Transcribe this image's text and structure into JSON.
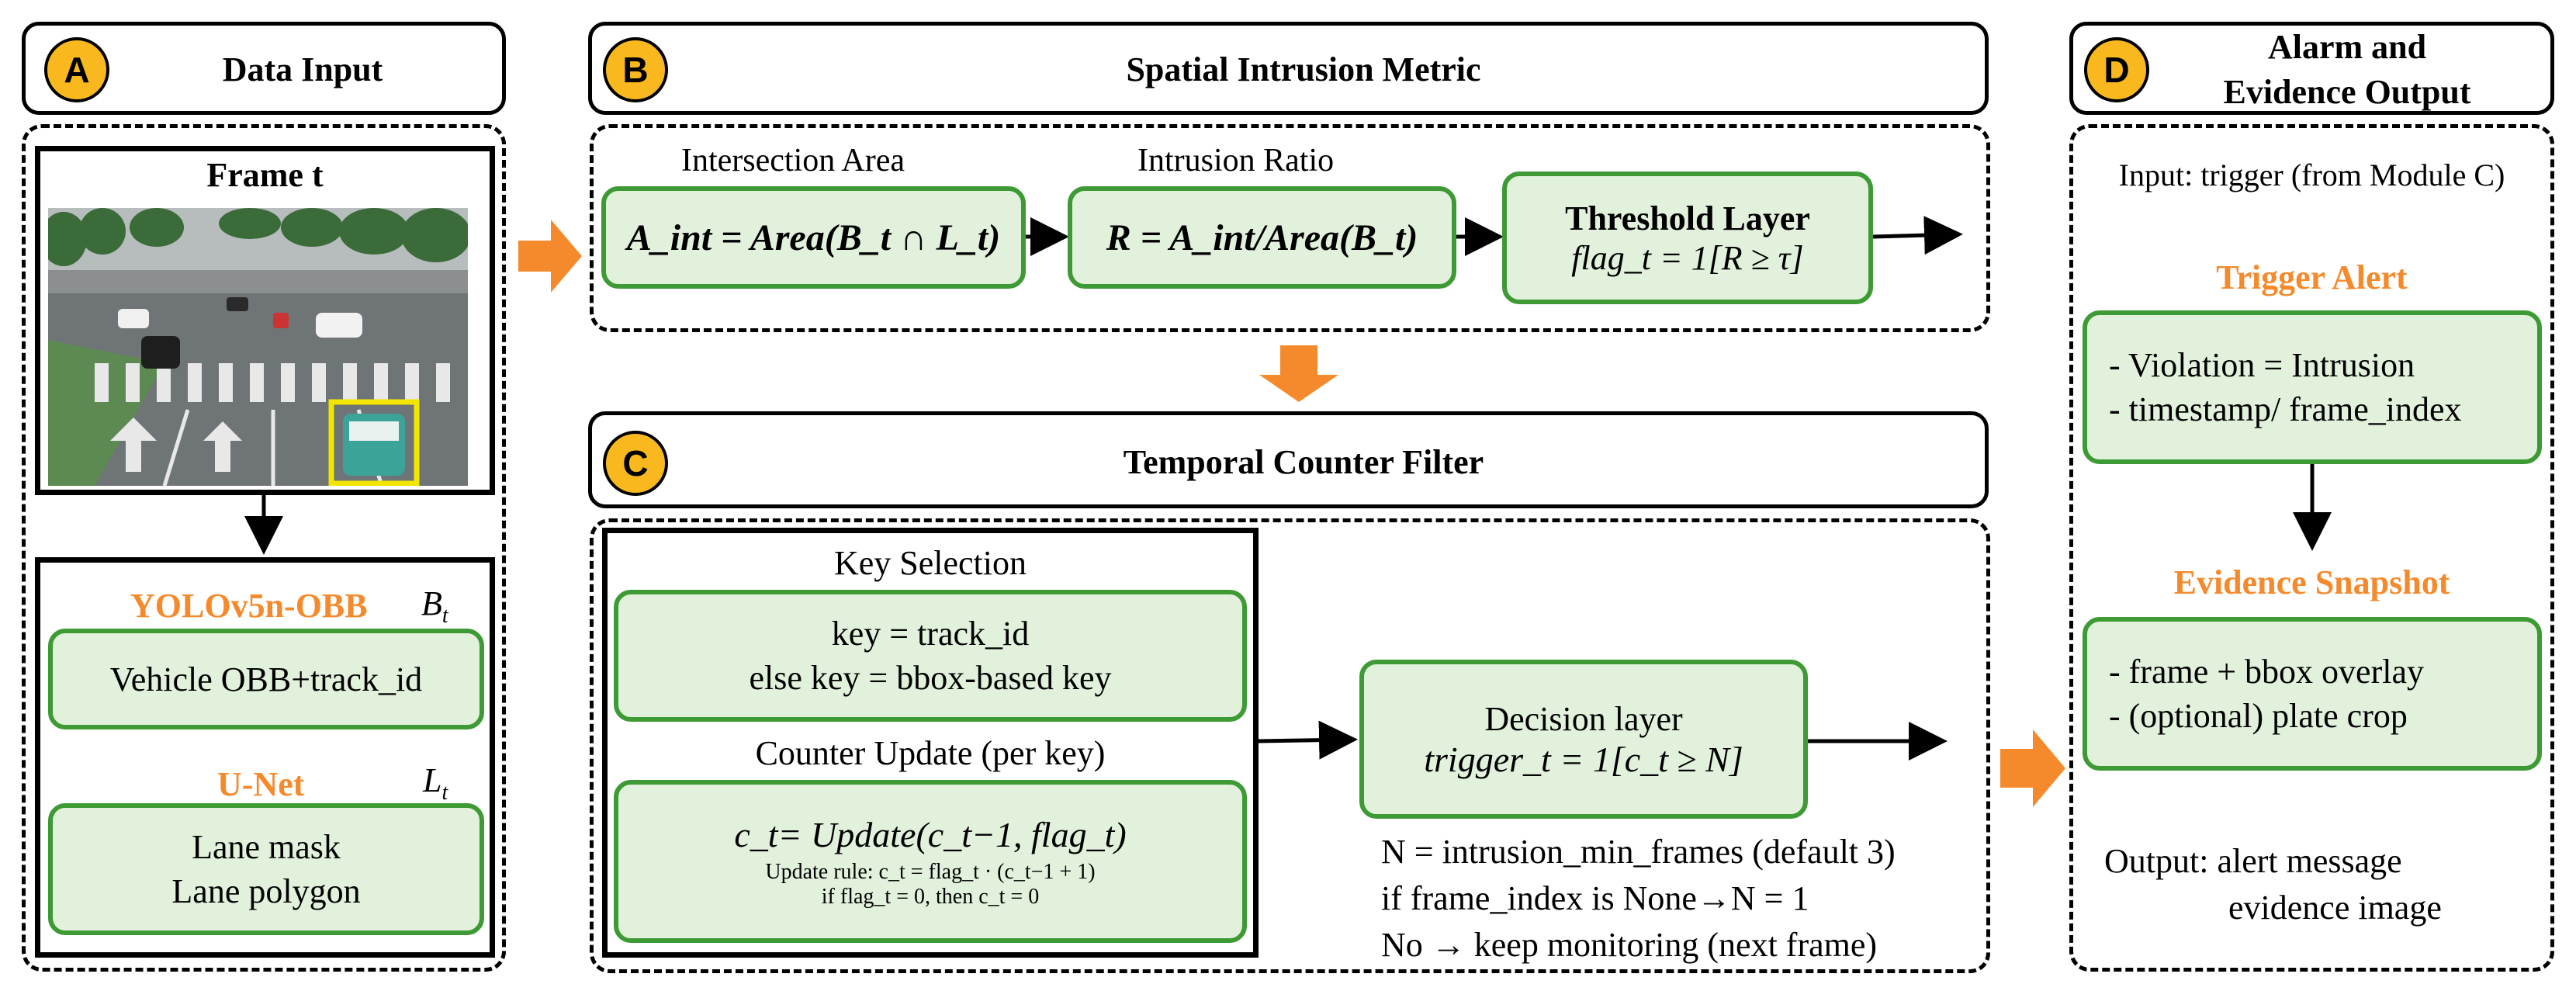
{
  "colors": {
    "accent_orange": "#f58a2c",
    "badge_yellow": "#f8b81e",
    "green_border": "#3d9a34",
    "green_fill": "#e2f1dc"
  },
  "panelA": {
    "badge": "A",
    "title": "Data Input",
    "frame_title": "Frame t",
    "yolo_label": "YOLOv5n-OBB",
    "yolo_symbol": "B",
    "yolo_sub": "t",
    "yolo_box": "Vehicle OBB+track_id",
    "unet_label": "U-Net",
    "unet_symbol": "L",
    "unet_sub": "t",
    "unet_line1": "Lane mask",
    "unet_line2": "Lane polygon"
  },
  "panelB": {
    "badge": "B",
    "title": "Spatial Intrusion Metric",
    "label1": "Intersection Area",
    "box1": "A_int = Area(B_t ∩ L_t)",
    "label2": "Intrusion Ratio",
    "box2": "R = A_int/Area(B_t)",
    "box3_title": "Threshold Layer",
    "box3_formula": "flag_t = 1[R ≥ τ]"
  },
  "panelC": {
    "badge": "C",
    "title": "Temporal Counter Filter",
    "key_sel_title": "Key Selection",
    "key_line1": "key = track_id",
    "key_line2": "else key = bbox-based key",
    "counter_title": "Counter Update (per key)",
    "counter_formula": "c_t= Update(c_t−1, flag_t)",
    "counter_rule": "Update rule: c_t = flag_t · (c_t−1 + 1)",
    "counter_if": "if flag_t = 0, then c_t = 0",
    "decision_title": "Decision layer",
    "decision_formula": "trigger_t = 1[c_t ≥ N]",
    "note1": "N = intrusion_min_frames (default 3)",
    "note2": "if frame_index is None→N = 1",
    "note3": "No → keep monitoring (next frame)"
  },
  "panelD": {
    "badge": "D",
    "title_line1": "Alarm and",
    "title_line2": "Evidence Output",
    "input_text": "Input: trigger (from Module C)",
    "trigger_title": "Trigger Alert",
    "trigger_line1": "- Violation = Intrusion",
    "trigger_line2": "- timestamp/ frame_index",
    "evidence_title": "Evidence Snapshot",
    "evidence_line1": "- frame + bbox overlay",
    "evidence_line2": "- (optional) plate crop",
    "output_line1": "Output: alert message",
    "output_line2": "evidence image"
  }
}
